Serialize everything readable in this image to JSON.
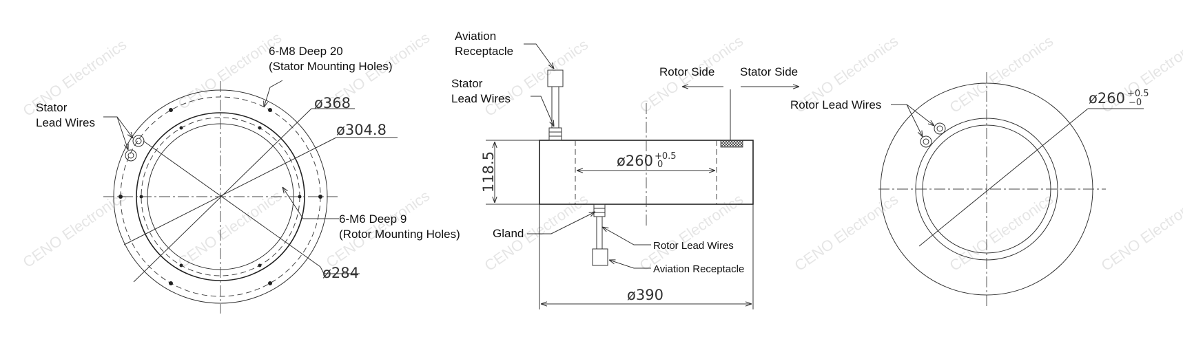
{
  "watermark": "CENO Electronics",
  "front_view": {
    "stator_lead_wires": [
      "Stator",
      "Lead Wires"
    ],
    "stator_holes": [
      "6-M8 Deep 20",
      "(Stator Mounting Holes)"
    ],
    "rotor_holes": [
      "6-M6 Deep 9",
      "(Rotor Mounting Holes)"
    ],
    "dia_368": "ø368",
    "dia_304": "ø304.8",
    "dia_284": "ø284"
  },
  "side_view": {
    "aviation_receptacle_top": [
      "Aviation",
      "Receptacle"
    ],
    "stator_lead_wires": [
      "Stator",
      "Lead Wires"
    ],
    "rotor_side": "Rotor Side",
    "stator_side": "Stator Side",
    "height": "118.5",
    "bore": "ø260",
    "bore_tol_upper": "+0.5",
    "bore_tol_lower": "0",
    "gland": "Gland",
    "rotor_lead_wires": "Rotor Lead Wires",
    "aviation_receptacle_bottom": "Aviation Receptacle",
    "outer_dia": "ø390"
  },
  "rear_view": {
    "rotor_lead_wires": "Rotor Lead Wires",
    "bore": "ø260",
    "bore_tol_upper": "+0.5",
    "bore_tol_lower": "−0"
  }
}
